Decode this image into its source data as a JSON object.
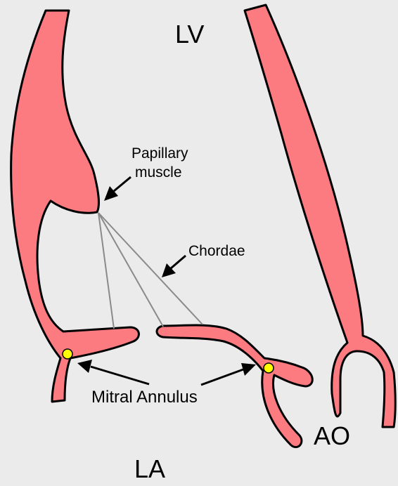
{
  "labels": {
    "lv": "LV",
    "la": "LA",
    "ao": "AO",
    "papillary_line1": "Papillary",
    "papillary_line2": "muscle",
    "chordae": "Chordae",
    "mitral_annulus": "Mitral Annulus"
  },
  "colors": {
    "background": "#ebebeb",
    "tissue": "#fb7b80",
    "outline": "#000000",
    "chordae": "#8a8a8a",
    "annulus_marker": "#ffff00"
  }
}
